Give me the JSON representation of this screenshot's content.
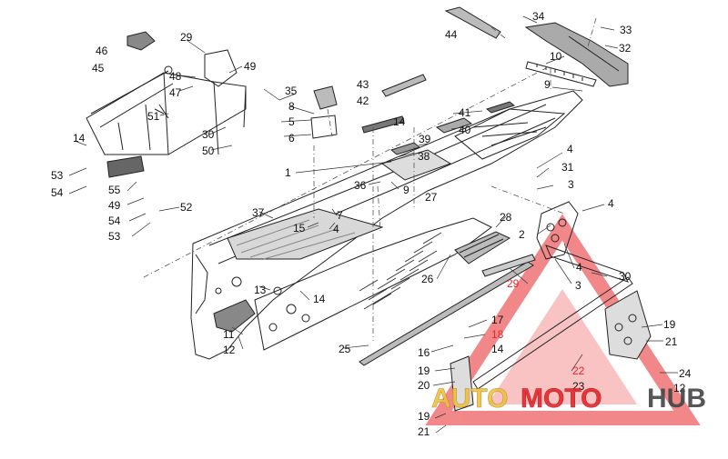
{
  "diagram": {
    "callouts": [
      {
        "id": "c1",
        "text": "1"
      },
      {
        "id": "c2",
        "text": "2"
      },
      {
        "id": "c3a",
        "text": "3"
      },
      {
        "id": "c3b",
        "text": "3"
      },
      {
        "id": "c4a",
        "text": "4"
      },
      {
        "id": "c4b",
        "text": "4"
      },
      {
        "id": "c4c",
        "text": "4"
      },
      {
        "id": "c4d",
        "text": "4"
      },
      {
        "id": "c5",
        "text": "5"
      },
      {
        "id": "c6",
        "text": "6"
      },
      {
        "id": "c7",
        "text": "7"
      },
      {
        "id": "c8",
        "text": "8"
      },
      {
        "id": "c9a",
        "text": "9"
      },
      {
        "id": "c9b",
        "text": "9"
      },
      {
        "id": "c10",
        "text": "10"
      },
      {
        "id": "c11",
        "text": "11"
      },
      {
        "id": "c12a",
        "text": "12"
      },
      {
        "id": "c12b",
        "text": "12"
      },
      {
        "id": "c13",
        "text": "13"
      },
      {
        "id": "c14a",
        "text": "14"
      },
      {
        "id": "c14b",
        "text": "14"
      },
      {
        "id": "c14c",
        "text": "14"
      },
      {
        "id": "c14d",
        "text": "14"
      },
      {
        "id": "c15",
        "text": "15"
      },
      {
        "id": "c16",
        "text": "16"
      },
      {
        "id": "c17",
        "text": "17"
      },
      {
        "id": "c18",
        "text": "18"
      },
      {
        "id": "c19a",
        "text": "19"
      },
      {
        "id": "c19b",
        "text": "19"
      },
      {
        "id": "c19c",
        "text": "19"
      },
      {
        "id": "c20",
        "text": "20"
      },
      {
        "id": "c21a",
        "text": "21"
      },
      {
        "id": "c21b",
        "text": "21"
      },
      {
        "id": "c22",
        "text": "22"
      },
      {
        "id": "c23",
        "text": "23"
      },
      {
        "id": "c24",
        "text": "24"
      },
      {
        "id": "c25",
        "text": "25"
      },
      {
        "id": "c26",
        "text": "26"
      },
      {
        "id": "c27",
        "text": "27"
      },
      {
        "id": "c28",
        "text": "28"
      },
      {
        "id": "c29a",
        "text": "29"
      },
      {
        "id": "c29b",
        "text": "29"
      },
      {
        "id": "c30a",
        "text": "30"
      },
      {
        "id": "c30b",
        "text": "30"
      },
      {
        "id": "c31",
        "text": "31"
      },
      {
        "id": "c32",
        "text": "32"
      },
      {
        "id": "c33",
        "text": "33"
      },
      {
        "id": "c34",
        "text": "34"
      },
      {
        "id": "c35",
        "text": "35"
      },
      {
        "id": "c36",
        "text": "36"
      },
      {
        "id": "c37",
        "text": "37"
      },
      {
        "id": "c38",
        "text": "38"
      },
      {
        "id": "c39",
        "text": "39"
      },
      {
        "id": "c40",
        "text": "40"
      },
      {
        "id": "c41",
        "text": "41"
      },
      {
        "id": "c42",
        "text": "42"
      },
      {
        "id": "c43",
        "text": "43"
      },
      {
        "id": "c44",
        "text": "44"
      },
      {
        "id": "c45",
        "text": "45"
      },
      {
        "id": "c46",
        "text": "46"
      },
      {
        "id": "c47",
        "text": "47"
      },
      {
        "id": "c48",
        "text": "48"
      },
      {
        "id": "c49a",
        "text": "49"
      },
      {
        "id": "c49b",
        "text": "49"
      },
      {
        "id": "c50",
        "text": "50"
      },
      {
        "id": "c51",
        "text": "51"
      },
      {
        "id": "c52",
        "text": "52"
      },
      {
        "id": "c53a",
        "text": "53"
      },
      {
        "id": "c53b",
        "text": "53"
      },
      {
        "id": "c54a",
        "text": "54"
      },
      {
        "id": "c54b",
        "text": "54"
      },
      {
        "id": "c55",
        "text": "55"
      }
    ]
  },
  "watermark": {
    "brand_auto": "AUTO",
    "brand_moto": "MOTO",
    "brand_hub": "HUB",
    "color_triangle": "#e8262a",
    "color_auto": "#f0c040",
    "color_moto": "#e8262a",
    "color_hub": "#444444"
  }
}
